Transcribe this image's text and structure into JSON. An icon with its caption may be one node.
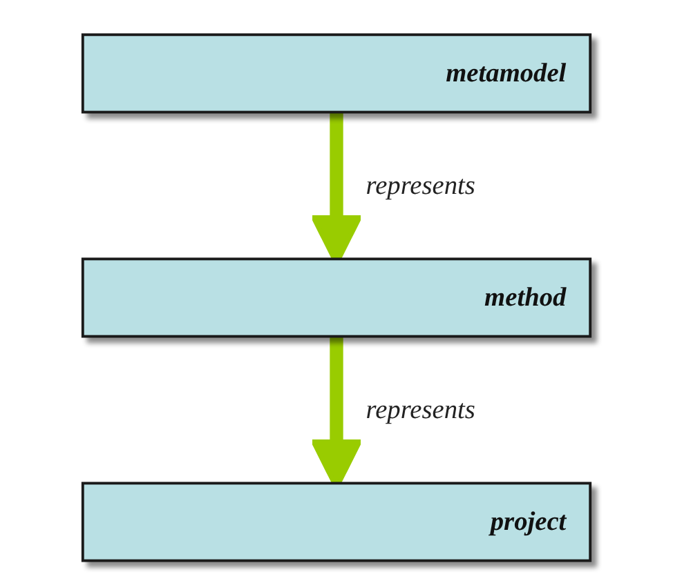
{
  "diagram": {
    "nodes": [
      {
        "text": [
          "metamodel"
        ]
      },
      {
        "text": [
          "method"
        ]
      },
      {
        "text": [
          "project"
        ]
      }
    ],
    "edges": [
      {
        "from": 0,
        "to": 1,
        "arrow": "to",
        "label": "represents"
      },
      {
        "from": 1,
        "to": 2,
        "arrow": "to",
        "label": "represents"
      }
    ]
  }
}
